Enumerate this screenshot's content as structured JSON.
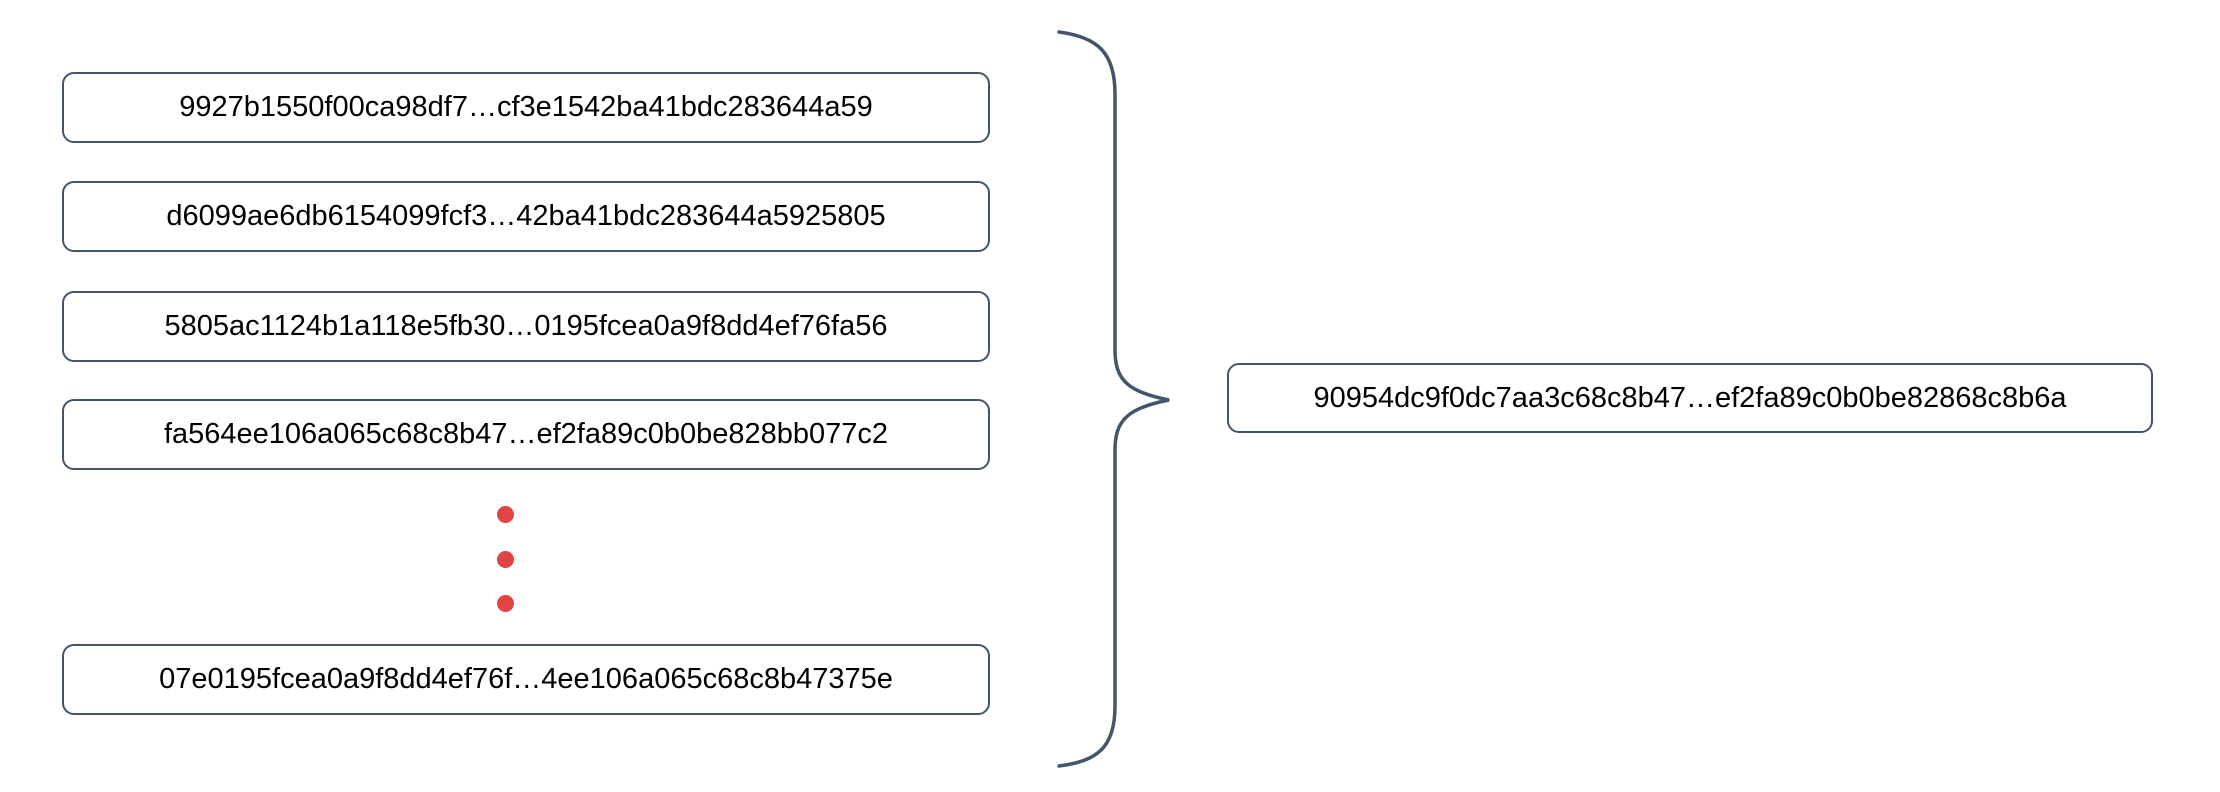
{
  "diagram": {
    "left_blocks": [
      {
        "text": "9927b1550f00ca98df7…cf3e1542ba41bdc283644a59"
      },
      {
        "text": "d6099ae6db6154099fcf3…42ba41bdc283644a5925805"
      },
      {
        "text": "5805ac1124b1a118e5fb30…0195fcea0a9f8dd4ef76fa56"
      },
      {
        "text": "fa564ee106a065c68c8b47…ef2fa89c0b0be828bb077c2"
      },
      {
        "text": "07e0195fcea0a9f8dd4ef76f…4ee106a065c68c8b47375e"
      }
    ],
    "result_block": {
      "text": "90954dc9f0dc7aa3c68c8b47…ef2fa89c0b0be82868c8b6a"
    },
    "icons": {
      "vertical_ellipsis": "three-vertical-red-dots",
      "brace": "right-curly-brace"
    },
    "colors": {
      "box_border": "#44546A",
      "brace": "#44546A",
      "dots": "#E14444",
      "text": "#000000",
      "background": "#FFFFFF"
    }
  }
}
